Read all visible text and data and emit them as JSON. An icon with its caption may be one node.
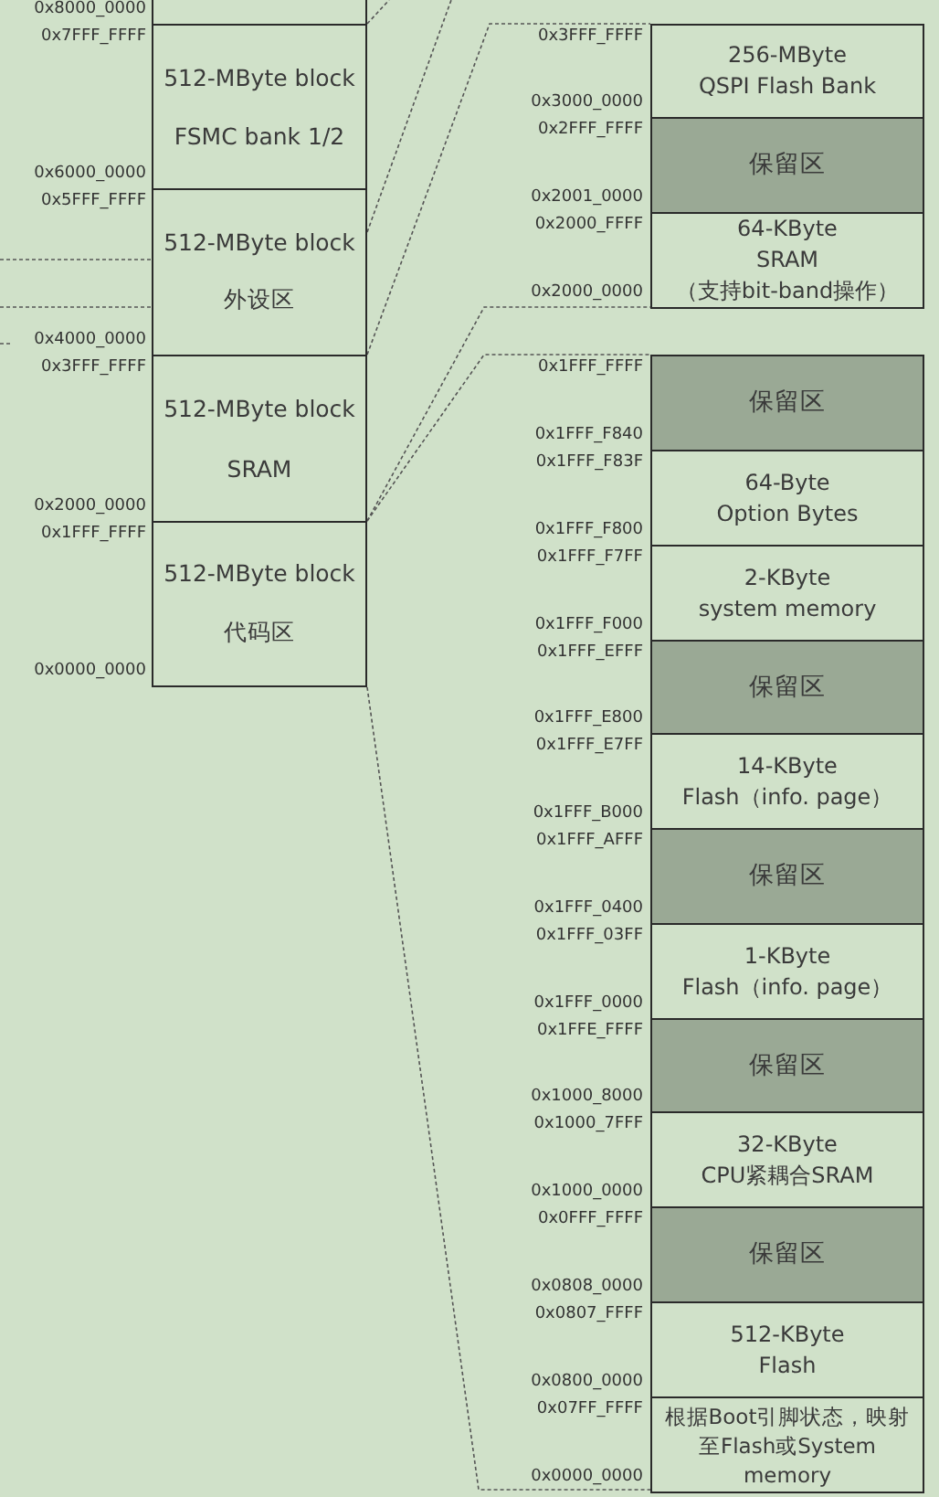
{
  "diagram": {
    "nodes": [
      {
        "text": [],
        "shape": "box",
        "beside": [
          "0x8000_0000"
        ]
      },
      {
        "text": [
          "512-MByte block",
          "FSMC bank 1/2"
        ],
        "beside": [
          "0x7FFF_FFFF",
          "0x6000_0000"
        ]
      },
      {
        "text": [
          "512-MByte block",
          "外设区"
        ],
        "beside": [
          "0x5FFF_FFFF",
          "0x4000_0000"
        ]
      },
      {
        "text": [
          "512-MByte block",
          "SRAM"
        ],
        "beside": [
          "0x3FFF_FFFF",
          "0x2000_0000"
        ]
      },
      {
        "text": [
          "512-MByte block",
          "代码区"
        ],
        "beside": [
          "0x1FFF_FFFF",
          "0x0000_0000"
        ]
      },
      {
        "text": [
          "256-MByte",
          "QSPI Flash Bank"
        ],
        "beside": [
          "0x3FFF_FFFF",
          "0x3000_0000"
        ]
      },
      {
        "text": [
          "保留区"
        ],
        "beside": [
          "0x2FFF_FFFF",
          "0x2001_0000"
        ]
      },
      {
        "text": [
          "64-KByte",
          "SRAM",
          "（支持bit-band操作）"
        ],
        "beside": [
          "0x2000_FFFF",
          "0x2000_0000"
        ]
      },
      {
        "text": [
          "保留区"
        ],
        "beside": [
          "0x1FFF_FFFF",
          "0x1FFF_F840"
        ]
      },
      {
        "text": [
          "64-Byte",
          "Option Bytes"
        ],
        "beside": [
          "0x1FFF_F83F",
          "0x1FFF_F800"
        ]
      },
      {
        "text": [
          "2-KByte",
          "system memory"
        ],
        "beside": [
          "0x1FFF_F7FF",
          "0x1FFF_F000"
        ]
      },
      {
        "text": [
          "保留区"
        ],
        "beside": [
          "0x1FFF_EFFF",
          "0x1FFF_E800"
        ]
      },
      {
        "text": [
          "14-KByte",
          "Flash（info. page）"
        ],
        "beside": [
          "0x1FFF_E7FF",
          "0x1FFF_B000"
        ]
      },
      {
        "text": [
          "保留区"
        ],
        "beside": [
          "0x1FFF_AFFF",
          "0x1FFF_0400"
        ]
      },
      {
        "text": [
          "1-KByte",
          "Flash（info. page）"
        ],
        "beside": [
          "0x1FFF_03FF",
          "0x1FFF_0000"
        ]
      },
      {
        "text": [
          "保留区"
        ],
        "beside": [
          "0x1FFE_FFFF",
          "0x1000_8000"
        ]
      },
      {
        "text": [
          "32-KByte",
          "CPU紧耦合SRAM"
        ],
        "beside": [
          "0x1000_7FFF",
          "0x1000_0000"
        ]
      },
      {
        "text": [
          "保留区"
        ],
        "beside": [
          "0x0FFF_FFFF",
          "0x0808_0000"
        ]
      },
      {
        "text": [
          "512-KByte",
          "Flash"
        ],
        "beside": [
          "0x0807_FFFF",
          "0x0800_0000"
        ]
      },
      {
        "text": [
          "根据Boot引脚状态，映射至Flash或System memory"
        ],
        "beside": [
          "0x07FF_FFFF",
          "0x0000_0000"
        ]
      }
    ],
    "edges": [
      {
        "from": 0,
        "to": null,
        "arrow": "none",
        "style": "dashed"
      },
      {
        "from": 2,
        "to": null,
        "arrow": "none",
        "style": "dashed"
      },
      {
        "from": 3,
        "to": 5,
        "arrow": "none",
        "style": "dashed"
      },
      {
        "from": 3,
        "to": 7,
        "arrow": "none",
        "style": "dashed"
      },
      {
        "from": 3,
        "to": 8,
        "arrow": "none",
        "style": "dashed"
      },
      {
        "from": 4,
        "to": 19,
        "arrow": "none",
        "style": "dashed"
      },
      {
        "from": null,
        "to": 2,
        "arrow": "none",
        "style": "dashed"
      },
      {
        "from": null,
        "to": 2,
        "arrow": "none",
        "style": "dashed"
      }
    ]
  }
}
